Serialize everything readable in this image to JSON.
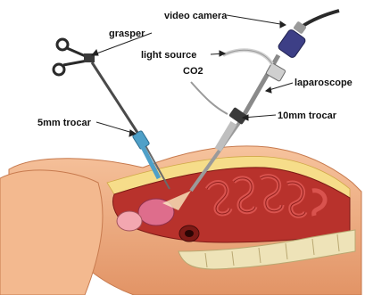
{
  "labels": {
    "video_camera": "video camera",
    "grasper": "grasper",
    "light_source": "light source",
    "co2": "CO2",
    "laparoscope": "laparoscope",
    "trocar_5mm": "5mm trocar",
    "trocar_10mm": "10mm trocar"
  },
  "colors": {
    "skin": "#f2b48a",
    "skin_shadow": "#d98a5c",
    "cavity": "#b8322c",
    "bowel": "#e25d57",
    "bowel_outline": "#8e1f1c",
    "spine": "#eee3b8",
    "instrument": "#5a5a5a",
    "camera": "#3d3f86",
    "trocar": "#4fa0c8"
  }
}
